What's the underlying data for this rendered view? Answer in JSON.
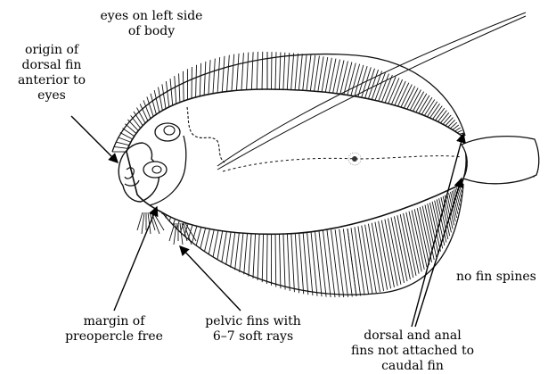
{
  "labels": {
    "eyes_left_line1": "eyes on left side",
    "eyes_left_line2": "of body",
    "origin_line1": "origin of",
    "origin_line2": "dorsal fin",
    "origin_line3": "anterior to",
    "origin_line4": "eyes",
    "preopercle_line1": "margin of",
    "preopercle_line2": "preopercle free",
    "pelvic_line1": "pelvic fins with",
    "pelvic_line2": "6–7 soft rays",
    "no_spines": "no fin spines",
    "dorsal_anal_line1": "dorsal and anal",
    "dorsal_anal_line2": "fins not attached to",
    "dorsal_anal_line3": "caudal fin"
  }
}
